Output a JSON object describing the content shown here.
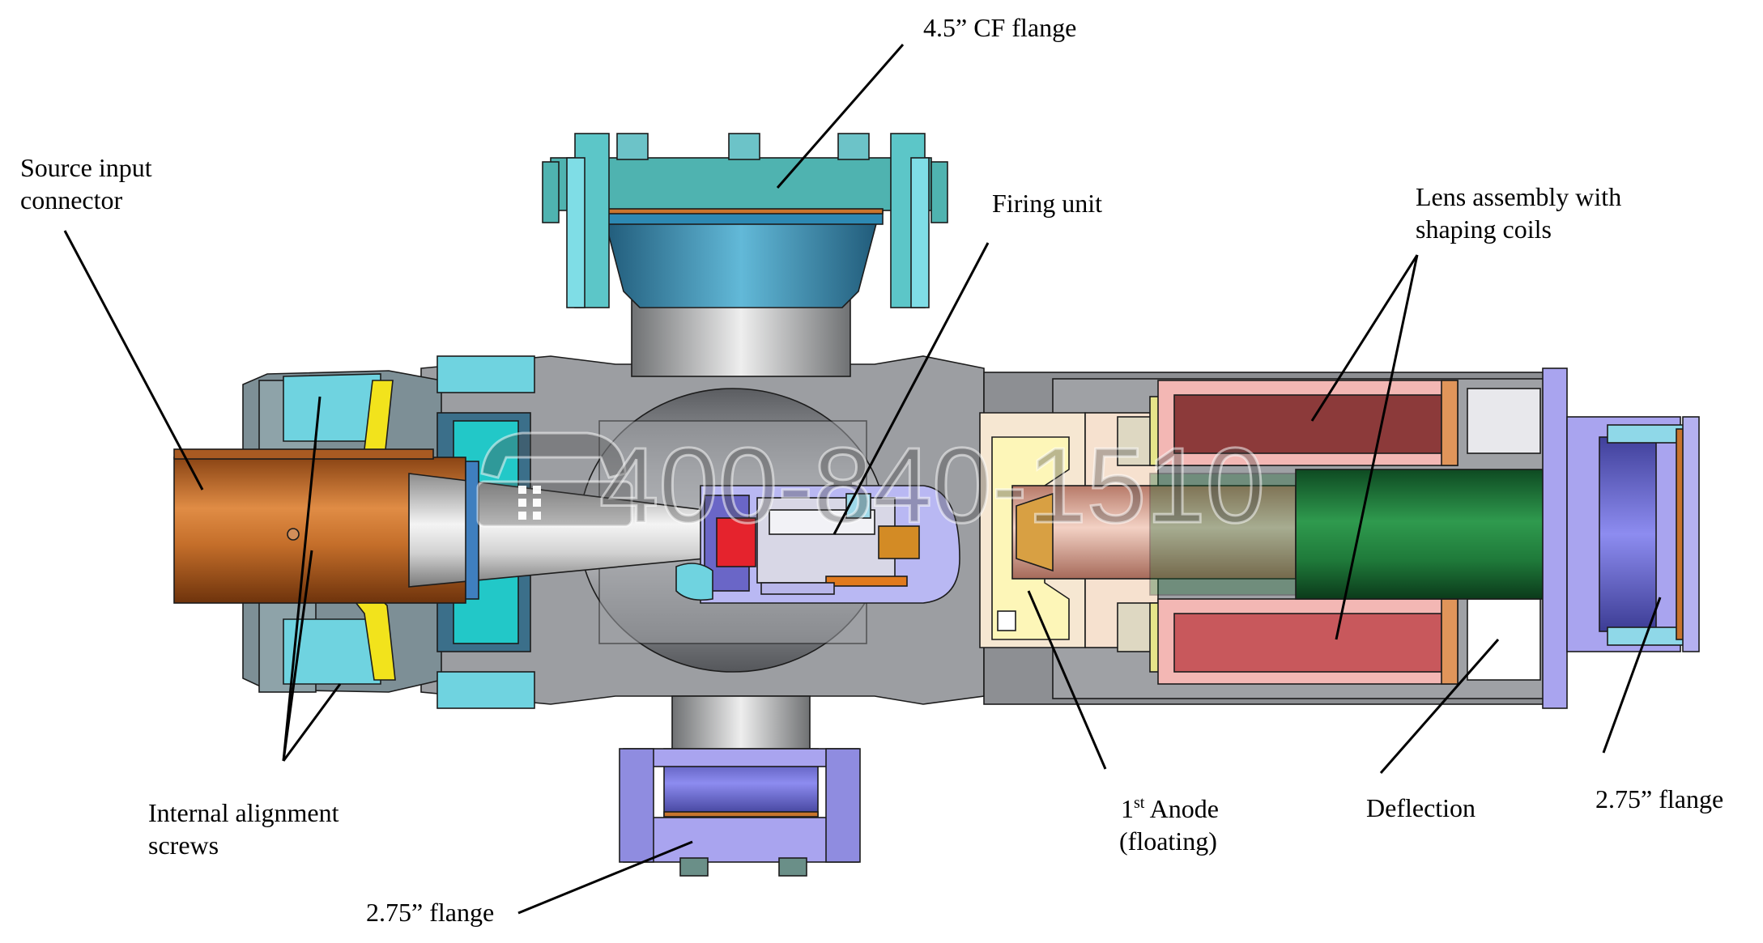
{
  "labels": {
    "cf_flange": "4.5” CF flange",
    "source_input_line1": "Source input",
    "source_input_line2": "connector",
    "firing_unit": "Firing unit",
    "lens_line1": "Lens assembly with",
    "lens_line2": "shaping coils",
    "alignment_line1": "Internal alignment",
    "alignment_line2": "screws",
    "bottom_flange": "2.75” flange",
    "anode_number": "1",
    "anode_sup": "st",
    "anode_rest": " Anode",
    "anode_line2": "(floating)",
    "deflection": "Deflection",
    "right_flange": "2.75” flange"
  },
  "watermark": {
    "phone": "400-840-1510",
    "icon": "telephone-icon"
  },
  "colors": {
    "cf_flange": "#4fb3b0",
    "small_flange": "#a9a4ef",
    "copper_connector": "#c9742c",
    "body_gray": "#8d8f93",
    "coil_red": "#e5878a",
    "deflection_green": "#1f7a3a",
    "yellow_screw": "#f2e31c",
    "cyan_parts": "#6fd3e0",
    "anode_yellow": "#fdf6b8"
  }
}
